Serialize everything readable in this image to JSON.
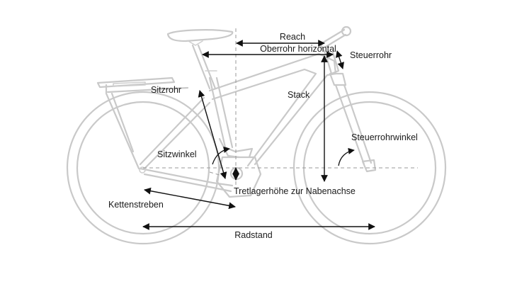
{
  "labels": {
    "reach": "Reach",
    "top_tube_horizontal": "Oberrohr horizontal",
    "head_tube": "Steuerrohr",
    "seat_tube": "Sitzrohr",
    "stack": "Stack",
    "head_tube_angle": "Steuerrohrwinkel",
    "seat_angle": "Sitzwinkel",
    "bb_height": "Tretlagerhöhe zur Nabenachse",
    "chainstays": "Kettenstreben",
    "wheelbase": "Radstand"
  },
  "colors": {
    "frame": "#c9c9c9",
    "dimension": "#111111",
    "guide": "#9a9a9a",
    "text": "#1a1a1a"
  }
}
